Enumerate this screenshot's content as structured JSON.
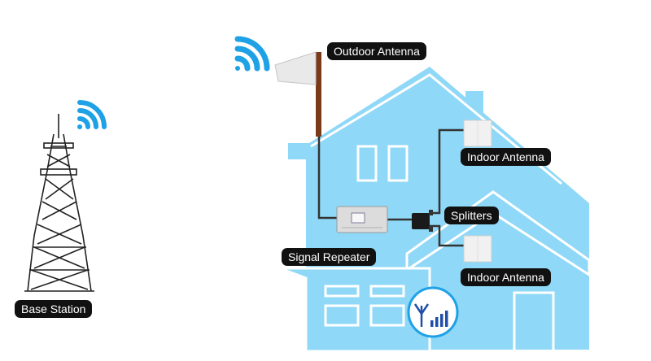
{
  "labels": {
    "outdoor_antenna": "Outdoor Antenna",
    "indoor_antenna_top": "Indoor Antenna",
    "splitters": "Splitters",
    "signal_repeater": "Signal Repeater",
    "indoor_antenna_bottom": "Indoor Antenna",
    "base_station": "Base Station"
  },
  "colors": {
    "house": "#8fd8f7",
    "house_outline": "#ffffff",
    "signal": "#1fa1e6",
    "cable": "#333333",
    "label_bg": "#111111",
    "label_text": "#ffffff"
  },
  "icons": {
    "outdoor_signal": "wifi-signal-icon",
    "tower_signal": "wifi-signal-icon",
    "indoor_coverage": "antenna-bars-icon"
  }
}
